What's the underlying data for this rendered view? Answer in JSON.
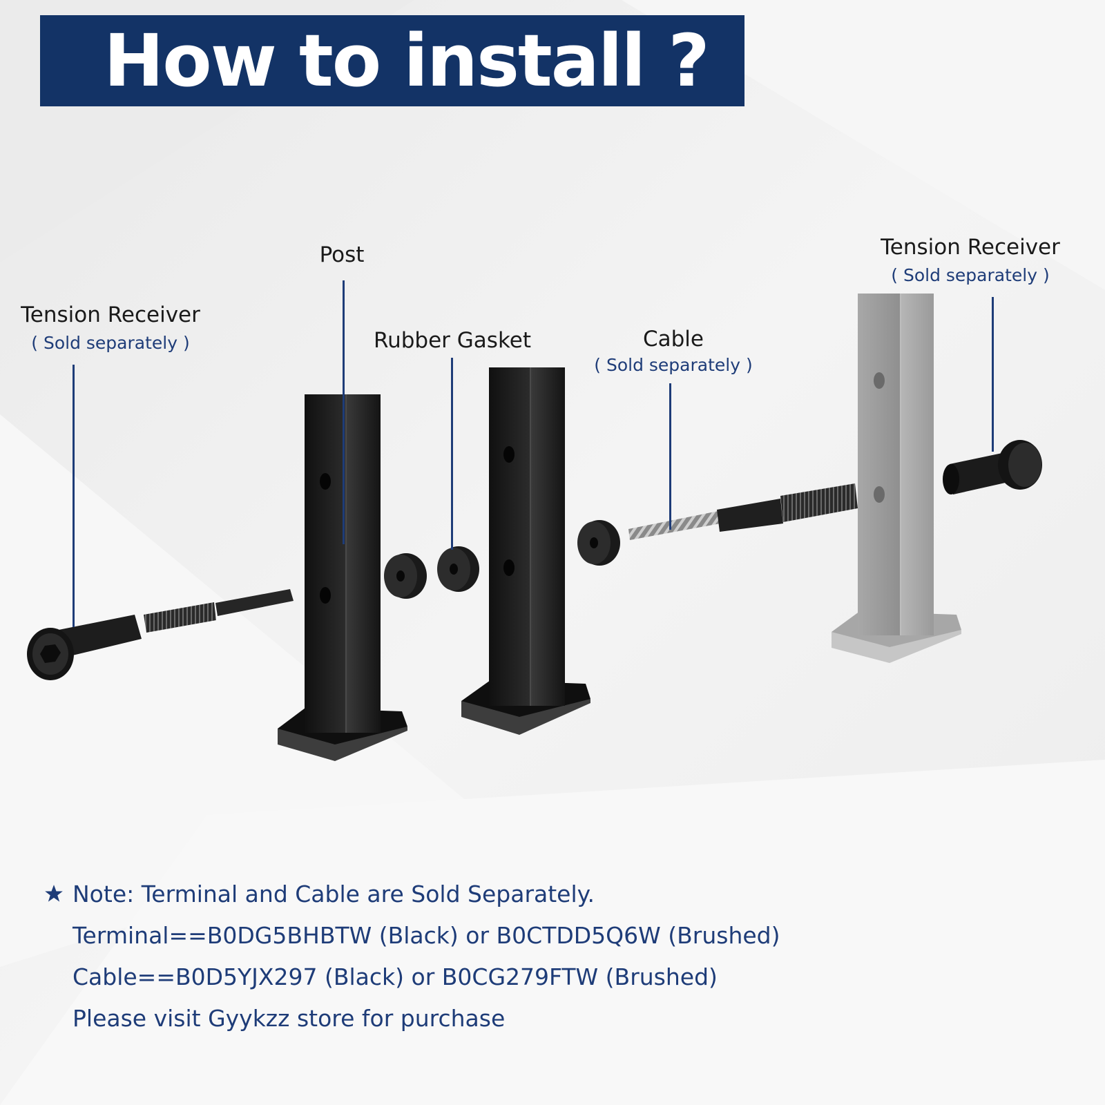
{
  "header": {
    "title": "How to install ?"
  },
  "parts": {
    "left_receiver": {
      "label": "Tension Receiver",
      "sub": "( Sold separately )"
    },
    "post": {
      "label": "Post"
    },
    "gasket": {
      "label": "Rubber Gasket"
    },
    "cable": {
      "label": "Cable",
      "sub": "( Sold separately )"
    },
    "right_receiver": {
      "label": "Tension Receiver",
      "sub": "( Sold separately )"
    }
  },
  "note": {
    "line1": "Note: Terminal and Cable are Sold Separately.",
    "line2": "Terminal==B0DG5BHBTW (Black) or B0CTDD5Q6W (Brushed)",
    "line3": "Cable==B0D5YJX297 (Black) or B0CG279FTW (Brushed)",
    "line4": "Please visit Gyykzz store for purchase"
  },
  "colors": {
    "banner": "#133366",
    "accent": "#1e3c78",
    "post_black": "#1a1a1a",
    "post_brushed": "#9d9d9d"
  },
  "icons": {
    "note_marker": "star-icon"
  }
}
